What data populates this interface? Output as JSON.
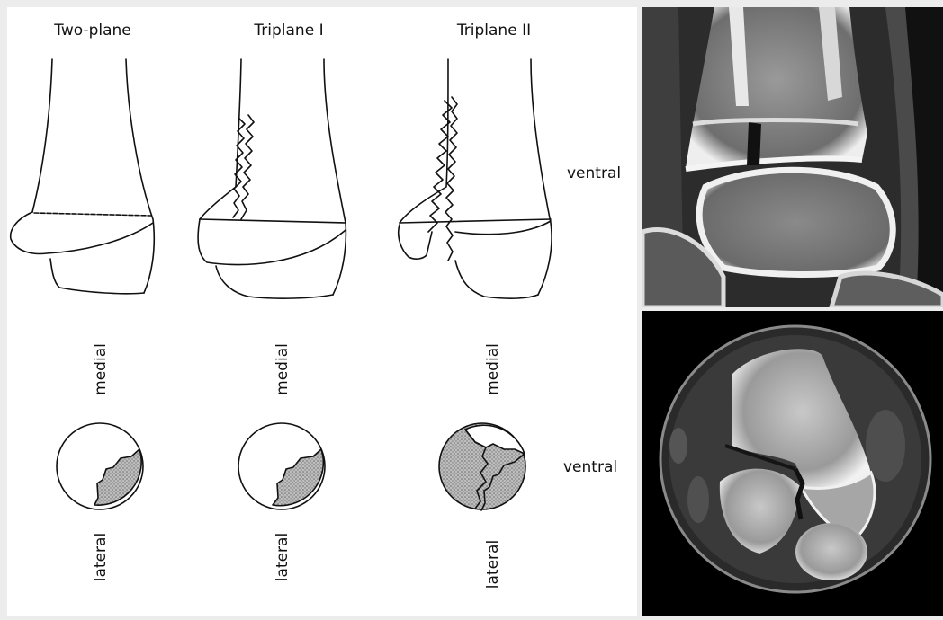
{
  "columns": [
    {
      "title": "Two-plane",
      "label_top": "medial",
      "label_bottom": "lateral"
    },
    {
      "title": "Triplane I",
      "label_top": "medial",
      "label_bottom": "lateral"
    },
    {
      "title": "Triplane II",
      "label_top": "medial",
      "label_bottom": "lateral"
    }
  ],
  "side_labels": {
    "upper": "ventral",
    "lower": "ventral"
  },
  "colors": {
    "background": "#ececec",
    "panel": "#ffffff",
    "ink": "#111111",
    "stipple": "#9a9a9a"
  }
}
